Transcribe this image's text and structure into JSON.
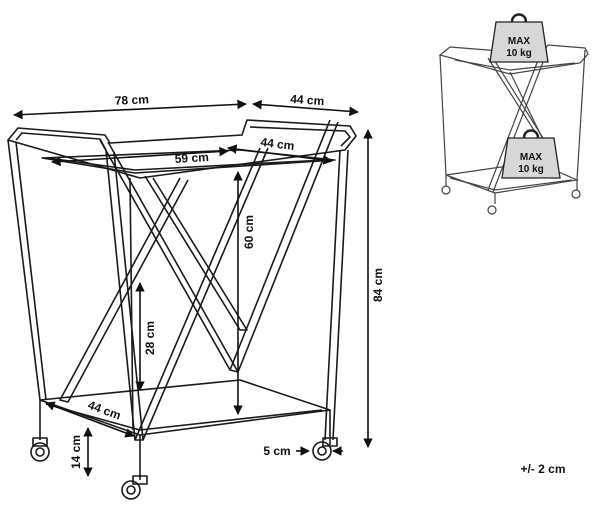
{
  "main_drawing": {
    "width_label": "78 cm",
    "top_depth_label": "44 cm",
    "shelf_depth_label": "44 cm",
    "shelf_width_label": "59 cm",
    "shelf_gap_label": "60 cm",
    "total_height_label": "84 cm",
    "lower_frame_label": "28 cm",
    "bottom_depth_label": "44 cm",
    "clearance_label": "14 cm",
    "wheel_label": "5 cm"
  },
  "load_drawing": {
    "top_weight": {
      "line1": "MAX",
      "line2": "10 kg"
    },
    "bottom_weight": {
      "line1": "MAX",
      "line2": "10 kg"
    }
  },
  "tolerance_label": "+/- 2 cm",
  "colors": {
    "line": "#1a1a1a",
    "background": "#ffffff"
  }
}
